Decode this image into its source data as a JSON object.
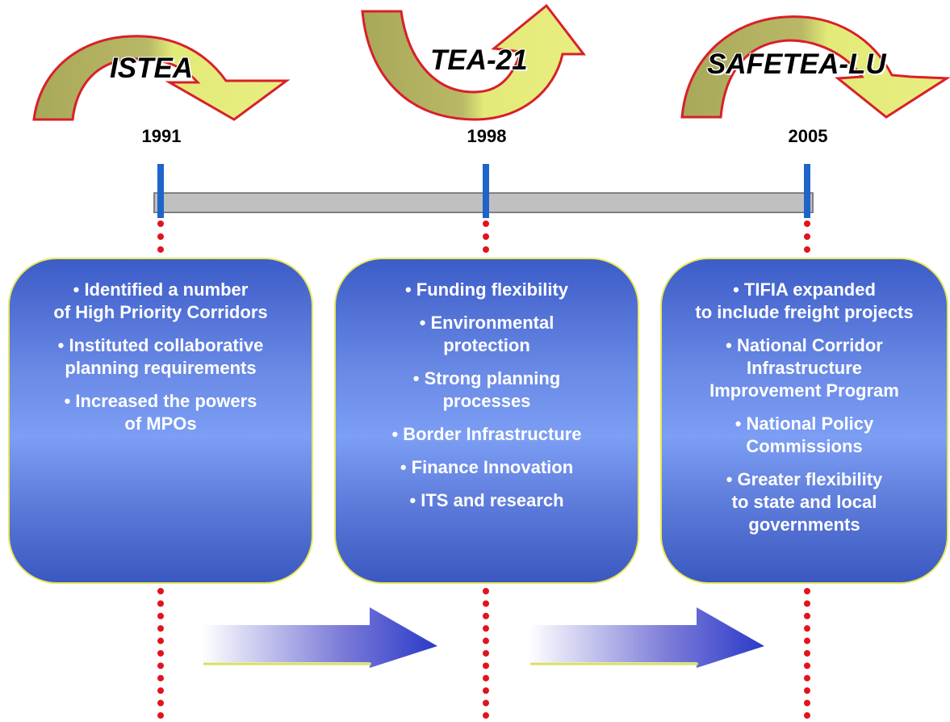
{
  "acts": [
    {
      "name": "ISTEA",
      "year": "1991"
    },
    {
      "name": "TEA-21",
      "year": "1998"
    },
    {
      "name": "SAFETEA-LU",
      "year": "2005"
    }
  ],
  "boxes": [
    {
      "items": [
        "• Identified a number\nof High Priority Corridors",
        "• Instituted collaborative\nplanning requirements",
        "• Increased the powers\nof MPOs"
      ]
    },
    {
      "items": [
        "• Funding flexibility",
        "• Environmental\nprotection",
        "• Strong planning\nprocesses",
        "• Border Infrastructure",
        "• Finance Innovation",
        "• ITS and research"
      ]
    },
    {
      "items": [
        "• TIFIA  expanded\nto include freight projects",
        "• National Corridor\nInfrastructure\nImprovement Program",
        "• National Policy\nCommissions",
        "• Greater flexibility\nto state and local\ngovernments"
      ]
    }
  ],
  "colors": {
    "arrow_green": "#b0b060",
    "arrow_yellow": "#e0e870",
    "arrow_outline": "#d8202a",
    "tick_blue": "#1f64c8",
    "dotted_red": "#e2131d",
    "flow_arrow": "#3a3ac8"
  }
}
